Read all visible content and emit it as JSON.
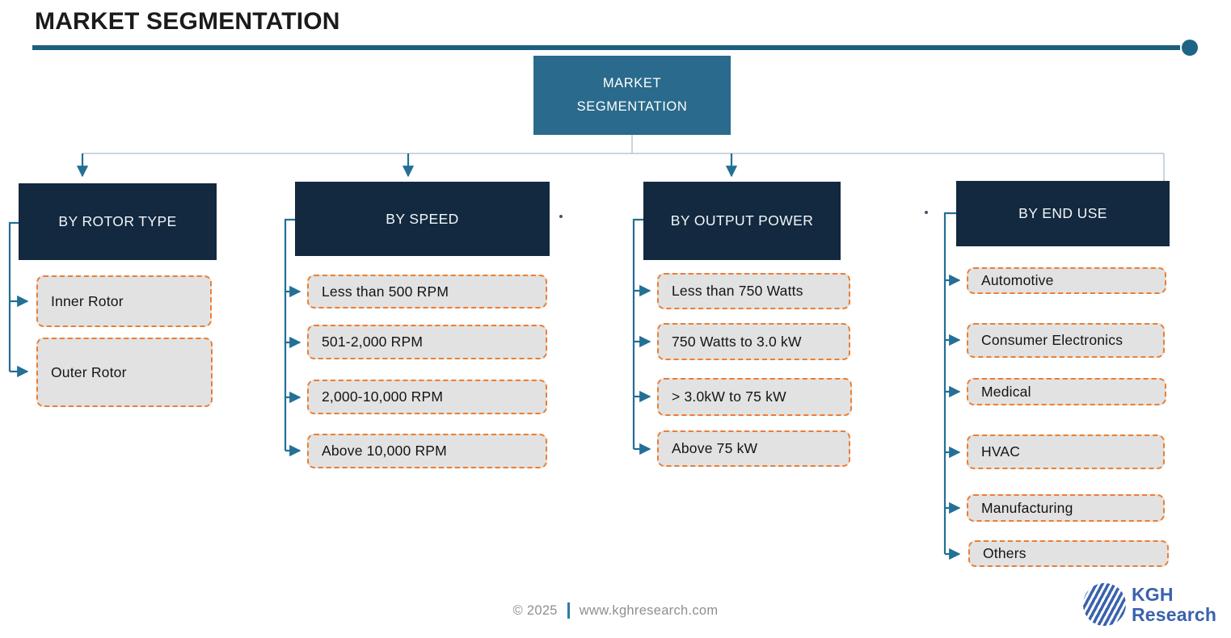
{
  "page_title": "MARKET SEGMENTATION",
  "root": {
    "label": "MARKET SEGMENTATION"
  },
  "columns": [
    {
      "header": "BY ROTOR TYPE",
      "items": [
        "Inner Rotor",
        "Outer Rotor"
      ]
    },
    {
      "header": "BY SPEED",
      "items": [
        "Less than 500 RPM",
        "501-2,000 RPM",
        "2,000-10,000 RPM",
        "Above 10,000 RPM"
      ]
    },
    {
      "header": "BY OUTPUT POWER",
      "items": [
        "Less than 750 Watts",
        "750 Watts to 3.0 kW",
        "> 3.0kW to 75 kW",
        "Above 75 kW"
      ]
    },
    {
      "header": "BY END USE",
      "items": [
        "Automotive",
        "Consumer Electronics",
        "Medical",
        "HVAC",
        "Manufacturing",
        "Others"
      ]
    }
  ],
  "footer": {
    "copyright": "© 2025",
    "website": "www.kghresearch.com"
  },
  "logo": {
    "name_line1": "KGH",
    "name_line2": "Research"
  },
  "colors": {
    "root_teal": "#2a6a8c",
    "header_navy": "#12293f",
    "item_fill": "#e2e2e2",
    "item_border_orange": "#ed7d31",
    "connector_teal": "#236f96",
    "connector_light": "#b6c9d6",
    "title_rule": "#1e5f7f",
    "logo_blue": "#3a62ae",
    "footer_gray": "#8f8f8f"
  }
}
